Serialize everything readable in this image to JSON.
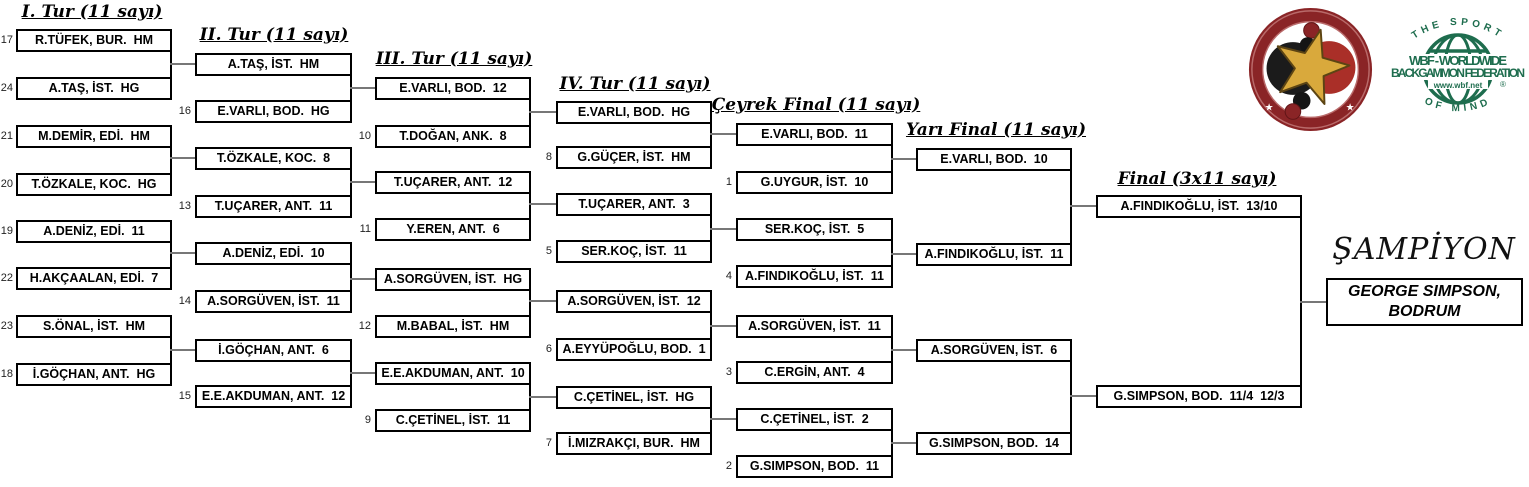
{
  "rounds": [
    {
      "header": "I. Tur (11 sayı)",
      "boxes": [
        {
          "seed": "17",
          "label": "R.TÜFEK, BUR.  HM"
        },
        {
          "seed": "24",
          "label": "A.TAŞ, İST.  HG"
        },
        {
          "seed": "21",
          "label": "M.DEMİR, EDİ.  HM"
        },
        {
          "seed": "20",
          "label": "T.ÖZKALE, KOC.  HG"
        },
        {
          "seed": "19",
          "label": "A.DENİZ, EDİ.  11"
        },
        {
          "seed": "22",
          "label": "H.AKÇAALAN, EDİ.  7"
        },
        {
          "seed": "23",
          "label": "S.ÖNAL, İST.  HM"
        },
        {
          "seed": "18",
          "label": "İ.GÖÇHAN, ANT.  HG"
        }
      ]
    },
    {
      "header": "II. Tur (11 sayı)",
      "boxes": [
        {
          "label": "A.TAŞ, İST.  HM"
        },
        {
          "seed": "16",
          "label": "E.VARLI, BOD.  HG"
        },
        {
          "label": "T.ÖZKALE, KOC.  8"
        },
        {
          "seed": "13",
          "label": "T.UÇARER, ANT.  11"
        },
        {
          "label": "A.DENİZ, EDİ.  10"
        },
        {
          "seed": "14",
          "label": "A.SORGÜVEN, İST.  11"
        },
        {
          "label": "İ.GÖÇHAN, ANT.  6"
        },
        {
          "seed": "15",
          "label": "E.E.AKDUMAN, ANT.  12"
        }
      ]
    },
    {
      "header": "III. Tur (11 sayı)",
      "boxes": [
        {
          "label": "E.VARLI, BOD.  12"
        },
        {
          "seed": "10",
          "label": "T.DOĞAN, ANK.  8"
        },
        {
          "label": "T.UÇARER, ANT.  12"
        },
        {
          "seed": "11",
          "label": "Y.EREN, ANT.  6"
        },
        {
          "label": "A.SORGÜVEN, İST.  HG"
        },
        {
          "seed": "12",
          "label": "M.BABAL, İST.  HM"
        },
        {
          "label": "E.E.AKDUMAN, ANT.  10"
        },
        {
          "seed": "9",
          "label": "C.ÇETİNEL, İST.  11"
        }
      ]
    },
    {
      "header": "IV. Tur (11 sayı)",
      "boxes": [
        {
          "label": "E.VARLI, BOD.  HG"
        },
        {
          "seed": "8",
          "label": "G.GÜÇER, İST.  HM"
        },
        {
          "label": "T.UÇARER, ANT.  3"
        },
        {
          "seed": "5",
          "label": "SER.KOÇ, İST.  11"
        },
        {
          "label": "A.SORGÜVEN, İST.  12"
        },
        {
          "seed": "6",
          "label": "A.EYYÜPOĞLU, BOD.  1"
        },
        {
          "label": "C.ÇETİNEL, İST.  HG"
        },
        {
          "seed": "7",
          "label": "İ.MIZRAKÇI, BUR.  HM"
        }
      ]
    },
    {
      "header": "Çeyrek Final (11 sayı)",
      "boxes": [
        {
          "label": "E.VARLI, BOD.  11"
        },
        {
          "seed": "1",
          "label": "G.UYGUR, İST.  10"
        },
        {
          "label": "SER.KOÇ, İST.  5"
        },
        {
          "seed": "4",
          "label": "A.FINDIKOĞLU, İST.  11"
        },
        {
          "label": "A.SORGÜVEN, İST.  11"
        },
        {
          "seed": "3",
          "label": "C.ERGİN, ANT.  4"
        },
        {
          "label": "C.ÇETİNEL, İST.  2"
        },
        {
          "seed": "2",
          "label": "G.SIMPSON, BOD.  11"
        }
      ]
    },
    {
      "header": "Yarı Final (11 sayı)",
      "boxes": [
        {
          "label": "E.VARLI, BOD.  10"
        },
        {
          "label": "A.FINDIKOĞLU, İST.  11"
        },
        {
          "label": "A.SORGÜVEN, İST.  6"
        },
        {
          "label": "G.SIMPSON, BOD.  14"
        }
      ]
    },
    {
      "header": "Final (3x11 sayı)",
      "boxes": [
        {
          "label": "A.FINDIKOĞLU, İST.  13/10"
        },
        {
          "label": "G.SIMPSON, BOD.  11/4  12/3"
        }
      ]
    }
  ],
  "champion": {
    "heading": "ŞAMPİYON",
    "line1": "GEORGE SIMPSON,",
    "line2": "BODRUM"
  },
  "wbf_logo": {
    "arc_top": "THE SPORT",
    "line1": "WBF - WORLDWIDE",
    "line2": "BACKGAMMON FEDERATION",
    "url": "www.wbf.net",
    "arc_bottom": "OF MIND",
    "registered": "®",
    "green": "#1e6d4e"
  },
  "club_logo": {
    "ring": "#8a2426",
    "star": "#d9a93c",
    "checker_dark": "#1b1b1b",
    "checker_red": "#aa2f28"
  }
}
